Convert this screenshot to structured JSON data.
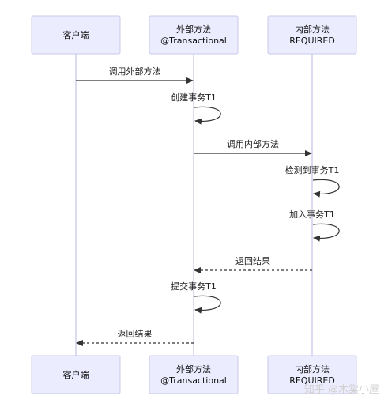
{
  "participants": [
    {
      "id": "client",
      "lines": [
        "客户端"
      ]
    },
    {
      "id": "outer",
      "lines": [
        "外部方法",
        "@Transactional"
      ]
    },
    {
      "id": "inner",
      "lines": [
        "内部方法",
        "REQUIRED"
      ]
    }
  ],
  "messages": [
    {
      "from": "client",
      "to": "outer",
      "label": "调用外部方法",
      "style": "solid"
    },
    {
      "from": "outer",
      "to": "outer",
      "label": "创建事务T1",
      "style": "solid"
    },
    {
      "from": "outer",
      "to": "inner",
      "label": "调用内部方法",
      "style": "solid"
    },
    {
      "from": "inner",
      "to": "inner",
      "label": "检测到事务T1",
      "style": "solid"
    },
    {
      "from": "inner",
      "to": "inner",
      "label": "加入事务T1",
      "style": "solid"
    },
    {
      "from": "inner",
      "to": "outer",
      "label": "返回结果",
      "style": "dashed"
    },
    {
      "from": "outer",
      "to": "outer",
      "label": "提交事务T1",
      "style": "solid"
    },
    {
      "from": "outer",
      "to": "client",
      "label": "返回结果",
      "style": "dashed"
    }
  ],
  "watermark": "知乎 @木棠小屋",
  "colors": {
    "actor_fill": "#ececff",
    "actor_border": "#c9c9e8",
    "line": "#333333"
  }
}
